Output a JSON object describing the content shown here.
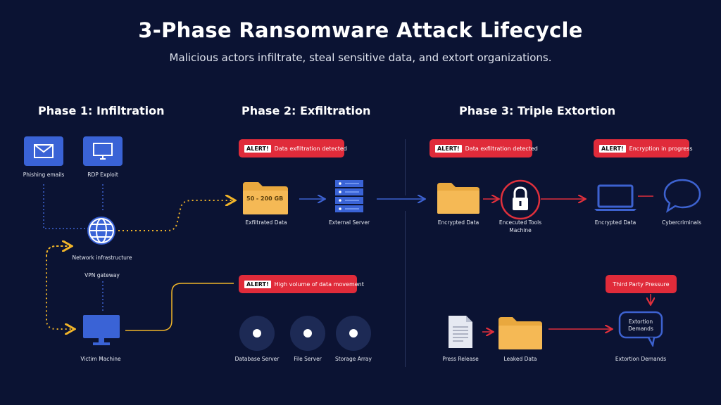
{
  "title": "3-Phase Ransomware Attack Lifecycle",
  "subtitle": "Malicious actors infiltrate, steal sensitive data, and extort organizations.",
  "phases": [
    {
      "label": "Phase 1: Infiltration"
    },
    {
      "label": "Phase 2: Exfiltration"
    },
    {
      "label": "Phase 3: Triple Extortion"
    }
  ],
  "phase1": {
    "phishing": "Phishing emails",
    "rdp": "RDP Exploit",
    "network": "Network infrastructure",
    "vpn": "VPN gateway",
    "victim": "Victim Machine"
  },
  "phase2": {
    "alert1_tag": "ALERT!",
    "alert1_text": "Data exfiltration detected",
    "folder_size": "50 - 200 GB",
    "exfiltrated": "Exfiltrated Data",
    "external_server": "External Server",
    "alert2_tag": "ALERT!",
    "alert2_text": "High volume of data movement",
    "database": "Database Server",
    "fileserver": "File Server",
    "storage": "Storage Array"
  },
  "phase3": {
    "alert1_tag": "ALERT!",
    "alert1_text": "Data exfiltration detected",
    "alert2_tag": "ALERT!",
    "alert2_text": "Encryption in progress",
    "encrypted1": "Encrypted Data",
    "tools_line1": "Encecuted Tools",
    "tools_line2": "Machine",
    "encrypted2": "Encrypted Data",
    "cybercriminals": "Cybercriminals",
    "third_party": "Third Party Pressure",
    "bubble_line1": "Extortion",
    "bubble_line2": "Demands",
    "press": "Press Release",
    "leaked": "Leaked Data",
    "extortion": "Extortion Demands"
  },
  "colors": {
    "background": "#0b1333",
    "accent_blue": "#3a63d6",
    "alert_red": "#e02b3a",
    "folder": "#f5b955",
    "dotted_yellow": "#f0b429",
    "arrow_red": "#e0303c",
    "arrow_blue": "#3d62d0"
  },
  "icons": [
    "envelope-icon",
    "monitor-icon",
    "globe-icon",
    "folder-icon",
    "server-icon",
    "lock-icon",
    "laptop-icon",
    "chat-bubble-icon",
    "document-icon",
    "disk-icon"
  ]
}
